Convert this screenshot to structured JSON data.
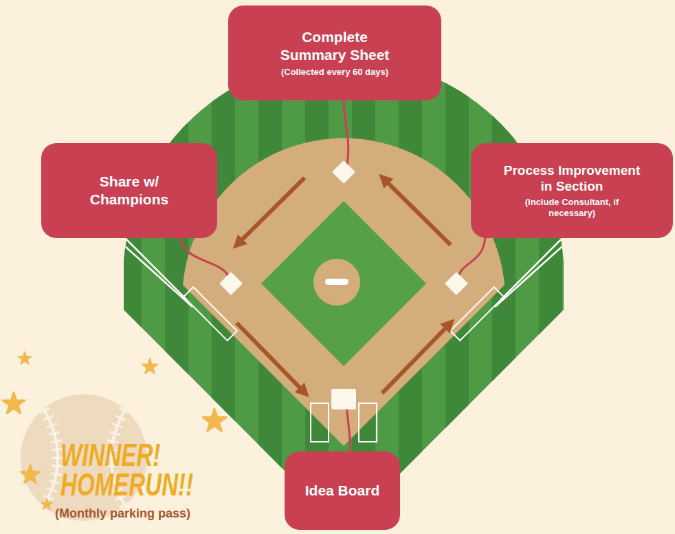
{
  "diagram": {
    "nodes": [
      {
        "text": [
          "Complete Summary Sheet",
          "(Collected every 60 days)"
        ]
      },
      {
        "text": [
          "Share w/ Champions"
        ]
      },
      {
        "text": [
          "Process Improvement in Section",
          "(Include Consultant, if necessary)"
        ]
      },
      {
        "text": [
          "Idea Board"
        ]
      }
    ],
    "edges": [
      {
        "from": 3,
        "to": 2,
        "arrow": "to"
      },
      {
        "from": 2,
        "to": 0,
        "arrow": "to"
      },
      {
        "from": 0,
        "to": 1,
        "arrow": "to"
      },
      {
        "from": 1,
        "to": 3,
        "arrow": "to"
      }
    ],
    "labels": [
      "WINNER! HOMERUN!!",
      "(Monthly parking pass)"
    ]
  }
}
